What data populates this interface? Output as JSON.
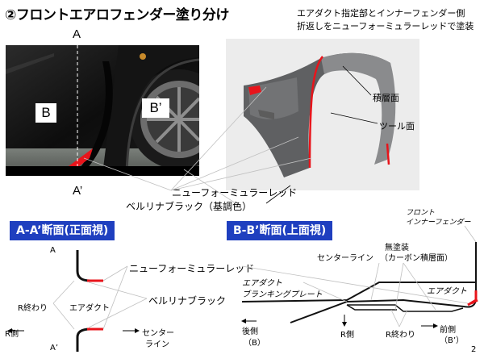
{
  "title": "②フロントエアロフェンダー塗り分け",
  "note": {
    "line1": "エアダクト指定部とインナーフェンダー側",
    "line2": "折返しをニューフォーミュラーレッドで塗装"
  },
  "photo_left": {
    "label_a": "A",
    "label_a_prime": "A’",
    "label_b": "B",
    "label_b_prime": "B’"
  },
  "photo_right": {
    "laminate_face": "積層面",
    "tool_face": "ツール面"
  },
  "callouts": {
    "new_formula_red": "ニューフォーミュラーレッド",
    "bellurina_black": "ベルリナブラック（基調色）"
  },
  "section_aa": {
    "header": "A-A’断面(正面視)",
    "a_top": "A",
    "a_bottom": "A’",
    "r_end": "R終わり",
    "air_duct": "エアダクト",
    "r_side": "R側",
    "center_line_1": "センター",
    "center_line_2": "ライン",
    "new_formula_red": "ニューフォーミュラーレッド",
    "bellurina_black": "ベルリナブラック"
  },
  "section_bb": {
    "header": "B-B’断面(上面視)",
    "front_1": "フロント",
    "front_2": "インナーフェンダー",
    "center_line": "センターライン",
    "unpainted_1": "無塗装",
    "unpainted_2": "（カーボン積層面）",
    "air_duct": "エアダクト",
    "blanking_1": "エアダクト",
    "blanking_2": "ブランキングプレート",
    "rear_1": "後側",
    "rear_2": "（B）",
    "r_side": "R側",
    "r_end": "R終わり",
    "front_side_1": "前側",
    "front_side_2": "（B’）"
  },
  "page_number": "2",
  "colors": {
    "red": "#e8141b",
    "header_blue": "#1f3fbf",
    "dark": "#111111"
  }
}
